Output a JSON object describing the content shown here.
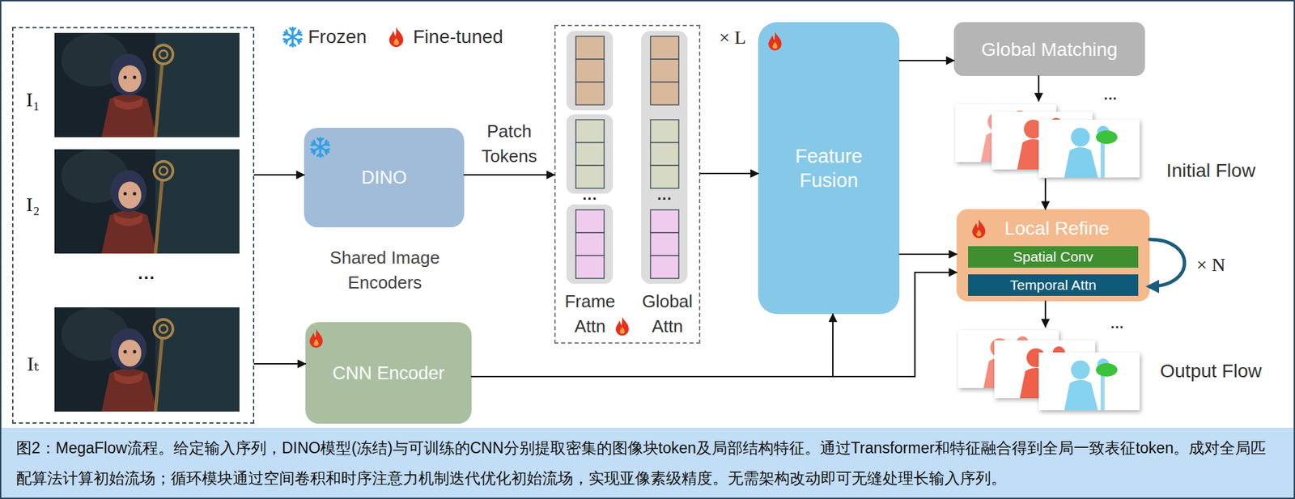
{
  "diagram": {
    "caption": "图2：MegaFlow流程。给定输入序列，DINO模型(冻结)与可训练的CNN分别提取密集的图像块token及局部结构特征。通过Transformer和特征融合得到全局一致表征token。成对全局匹配算法计算初始流场；循环模块通过空间卷积和时序注意力机制迭代优化初始流场，实现亚像素级精度。无需架构改动即可无缝处理长输入序列。",
    "nodes": [
      {
        "text": [
          "I₁",
          "I₂",
          "···",
          "Iₜ"
        ]
      },
      {
        "text": [
          "DINO"
        ]
      },
      {
        "text": [
          "CNN Encoder"
        ]
      },
      {
        "text": [
          "Frame Attn",
          "Global Attn"
        ]
      },
      {
        "text": [
          "Feature Fusion"
        ]
      },
      {
        "text": [
          "Global Matching"
        ]
      },
      {
        "text": [
          "Initial Flow"
        ]
      },
      {
        "text": [
          "Local Refine"
        ]
      },
      {
        "text": [
          "Spatial Conv"
        ],
        "in": 7
      },
      {
        "text": [
          "Temporal Attn"
        ],
        "in": 7
      },
      {
        "text": [
          "Output Flow"
        ]
      }
    ],
    "edges": [
      {
        "from": 0,
        "to": 1,
        "arrow": "to"
      },
      {
        "from": 0,
        "to": 2,
        "arrow": "to"
      },
      {
        "from": 1,
        "to": 3,
        "label": "Patch Tokens",
        "arrow": "to"
      },
      {
        "from": 3,
        "to": 4,
        "arrow": "to"
      },
      {
        "from": 2,
        "to": 4,
        "arrow": "to"
      },
      {
        "from": 2,
        "to": 7,
        "arrow": "to"
      },
      {
        "from": 4,
        "to": 5,
        "arrow": "to"
      },
      {
        "from": 5,
        "to": 6,
        "arrow": "to"
      },
      {
        "from": 6,
        "to": 7,
        "arrow": "to"
      },
      {
        "from": 4,
        "to": 7,
        "arrow": "to"
      },
      {
        "from": 7,
        "to": 10,
        "arrow": "to"
      },
      {
        "from": 7,
        "to": 7,
        "arrow": "to"
      }
    ],
    "labels": [
      "Shared Image Encoders",
      "···",
      "···",
      "× L",
      "···",
      "× N",
      "···"
    ],
    "legend": [
      {
        "text": "Frozen"
      },
      {
        "text": "Fine-tuned"
      }
    ]
  }
}
